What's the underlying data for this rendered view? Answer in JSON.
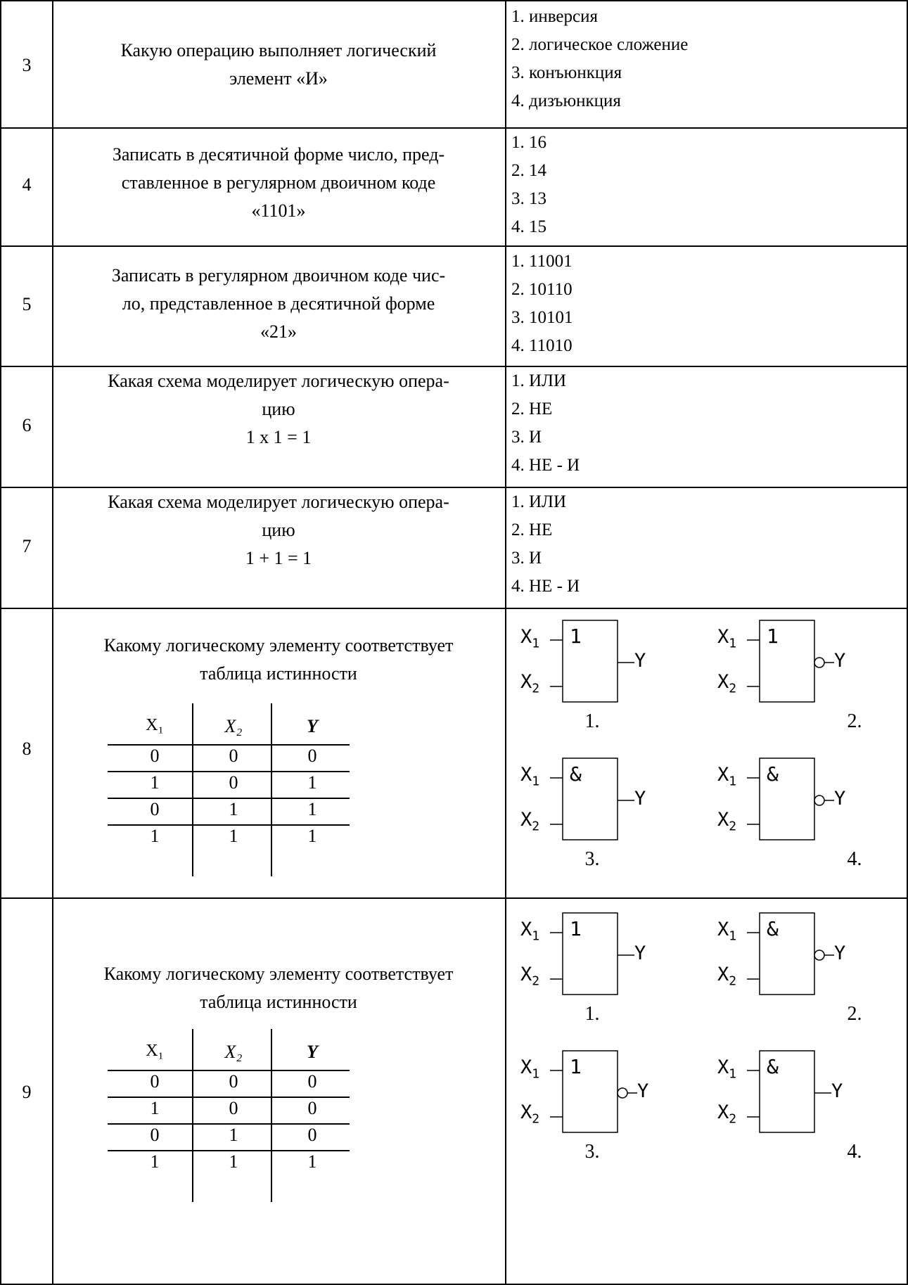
{
  "rows": [
    {
      "number": "3",
      "question": [
        "Какую операцию выполняет логический",
        "элемент «И»"
      ],
      "options": [
        "1. инверсия",
        "2. логическое сложение",
        "3. конъюнкция",
        "4. дизъюнкция"
      ]
    },
    {
      "number": "4",
      "question": [
        "Записать в десятичной форме число, пред-",
        "ставленное в регулярном двоичном коде",
        "«1101»"
      ],
      "options": [
        "1. 16",
        "2. 14",
        "3. 13",
        "4. 15"
      ]
    },
    {
      "number": "5",
      "question": [
        "Записать в регулярном двоичном коде чис-",
        "ло, представленное в десятичной форме",
        "«21»"
      ],
      "options": [
        "1. 11001",
        "2. 10110",
        "3. 10101",
        "4. 11010"
      ]
    },
    {
      "number": "6",
      "question": [
        "Какая схема моделирует логическую опера-",
        "цию",
        "1 x 1 = 1"
      ],
      "options": [
        "1. ИЛИ",
        "2. НЕ",
        "3. И",
        "4. НЕ - И"
      ]
    },
    {
      "number": "7",
      "question": [
        "Какая схема моделирует логическую опера-",
        "цию",
        "1 + 1 = 1"
      ],
      "options": [
        "1. ИЛИ",
        "2. НЕ",
        "3. И",
        "4. НЕ - И"
      ]
    },
    {
      "number": "8",
      "question": [
        "Какому логическому элементу соответствует",
        "таблица истинности"
      ],
      "truth_table": {
        "headers": [
          "X₁",
          "X₂",
          "Y"
        ],
        "rows": [
          [
            "0",
            "0",
            "0"
          ],
          [
            "1",
            "0",
            "1"
          ],
          [
            "0",
            "1",
            "1"
          ],
          [
            "1",
            "1",
            "1"
          ]
        ]
      },
      "gates": [
        {
          "symbol": "1",
          "inverted": false,
          "caption": "1."
        },
        {
          "symbol": "1",
          "inverted": true,
          "caption": "2."
        },
        {
          "symbol": "&",
          "inverted": false,
          "caption": "3."
        },
        {
          "symbol": "&",
          "inverted": true,
          "caption": "4."
        }
      ]
    },
    {
      "number": "9",
      "question": [
        "Какому логическому элементу соответствует",
        "таблица истинности"
      ],
      "truth_table": {
        "headers": [
          "X₁",
          "X₂",
          "Y"
        ],
        "rows": [
          [
            "0",
            "0",
            "0"
          ],
          [
            "1",
            "0",
            "0"
          ],
          [
            "0",
            "1",
            "0"
          ],
          [
            "1",
            "1",
            "1"
          ]
        ]
      },
      "gates": [
        {
          "symbol": "1",
          "inverted": false,
          "caption": "1."
        },
        {
          "symbol": "&",
          "inverted": true,
          "caption": "2."
        },
        {
          "symbol": "1",
          "inverted": true,
          "caption": "3."
        },
        {
          "symbol": "&",
          "inverted": false,
          "caption": "4."
        }
      ]
    }
  ],
  "gate_labels": {
    "x1": "X",
    "x1_sub": "1",
    "x2": "X",
    "x2_sub": "2",
    "y": "Y"
  }
}
